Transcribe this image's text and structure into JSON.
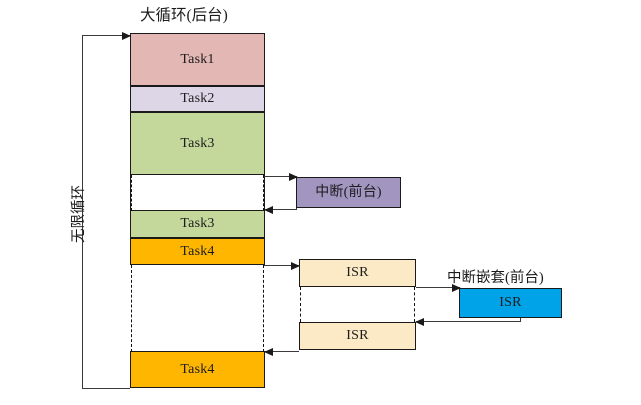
{
  "diagram": {
    "title_background": "大循环(后台)",
    "loop_caption": "无限循环",
    "foreground_interrupt_label": "中断(前台)",
    "nested_interrupt_label": "中断嵌套(前台)",
    "colors": {
      "task1": "#e3b7b3",
      "task2": "#dcd6e7",
      "task3": "#c4d89c",
      "task4": "#ffb600",
      "interrupt": "#a295c0",
      "isr": "#fce9c6",
      "nested_isr": "#00a2e8",
      "outline": "#1a1a1a",
      "connector": "#3a3a3a"
    },
    "background_tasks": [
      {
        "name": "task1",
        "label": "Task1"
      },
      {
        "name": "task2",
        "label": "Task2"
      },
      {
        "name": "task3-first",
        "label": "Task3"
      },
      {
        "name": "task3-resume",
        "label": "Task3"
      },
      {
        "name": "task4-first",
        "label": "Task4"
      },
      {
        "name": "task4-resume",
        "label": "Task4"
      }
    ],
    "foreground_blocks": [
      {
        "name": "interrupt-handler",
        "label": "中断(前台)"
      },
      {
        "name": "isr-upper",
        "label": "ISR"
      },
      {
        "name": "isr-lower",
        "label": "ISR"
      },
      {
        "name": "nested-isr",
        "label": "ISR"
      }
    ]
  }
}
